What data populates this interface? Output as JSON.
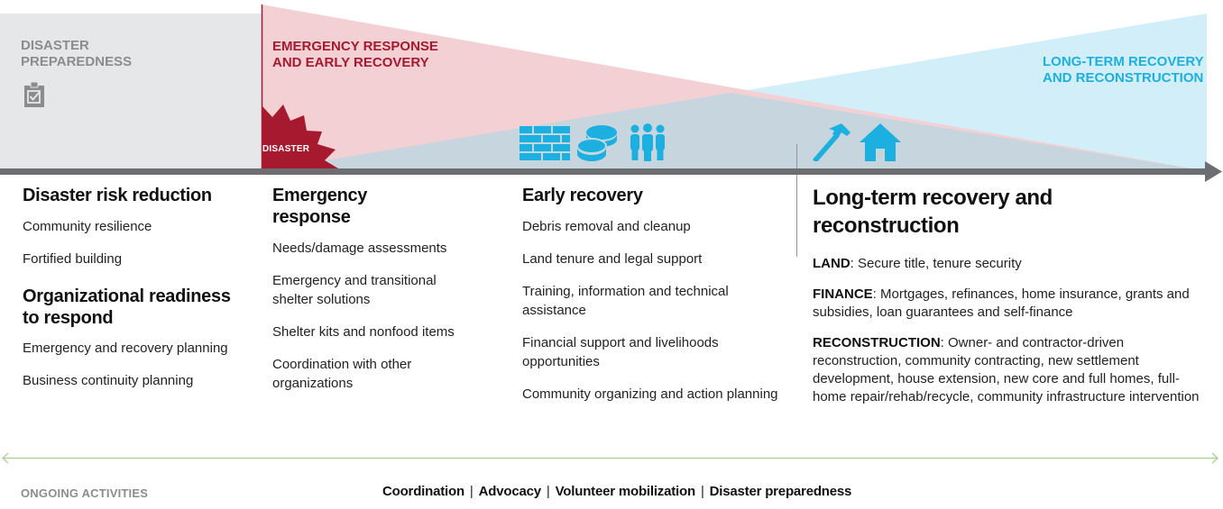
{
  "colors": {
    "prep_bg": "#e6e7e8",
    "emergency": "#a6192e",
    "emergency_bg": "#f3d0d4",
    "longterm": "#1cb0e0",
    "longterm_bg": "#d2eef8",
    "timeline": "#6d6e71",
    "ongoing_line": "#a8d08d"
  },
  "phases": {
    "preparedness": "DISASTER PREPAREDNESS",
    "emergency": "EMERGENCY RESPONSE AND EARLY RECOVERY",
    "longterm": "LONG-TERM RECOVERY AND RECONSTRUCTION"
  },
  "disaster_label": "DISASTER",
  "icons": [
    "clipboard-check-icon",
    "bricks-icon",
    "coins-icon",
    "people-icon",
    "hammer-icon",
    "house-icon"
  ],
  "columns": {
    "risk": {
      "title": "Disaster risk reduction",
      "items": [
        "Community resilience",
        "Fortified building"
      ],
      "title2": "Organizational readiness to respond",
      "items2": [
        "Emergency and recovery planning",
        "Business continuity planning"
      ]
    },
    "emergency": {
      "title": "Emergency response",
      "items": [
        "Needs/damage assessments",
        "Emergency and transitional shelter solutions",
        "Shelter kits and nonfood items",
        "Coordination with other organizations"
      ]
    },
    "early": {
      "title": "Early recovery",
      "items": [
        "Debris removal and cleanup",
        "Land tenure and legal support",
        "Training, information and technical assistance",
        "Financial support and livelihoods opportunities",
        "Community organizing and action planning"
      ]
    },
    "longterm": {
      "title": "Long-term recovery and reconstruction",
      "paras": [
        {
          "label": "LAND",
          "text": ": Secure title, tenure security"
        },
        {
          "label": "FINANCE",
          "text": ": Mortgages, refinances, home insurance, grants and subsidies, loan guarantees and self-finance"
        },
        {
          "label": "RECONSTRUCTION",
          "text": ": Owner- and contractor-driven reconstruction, community contracting, new settlement development, house extension, new core and full homes, full-home repair/rehab/recycle, community infrastructure intervention"
        }
      ]
    }
  },
  "ongoing": {
    "label": "ONGOING ACTIVITIES",
    "items": [
      "Coordination",
      "Advocacy",
      "Volunteer mobilization",
      "Disaster preparedness"
    ],
    "separator": "|"
  }
}
